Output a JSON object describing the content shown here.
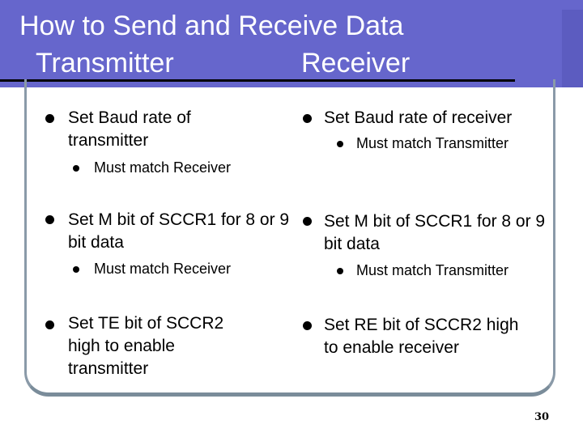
{
  "title": {
    "line1": "How to Send and Receive Data",
    "left_heading": "Transmitter",
    "right_heading": "Receiver"
  },
  "left": {
    "item1": "Set Baud rate of transmitter",
    "item1_sub": "Must match Receiver",
    "item2": "Set M bit of SCCR1 for 8 or 9 bit data",
    "item2_sub": "Must match Receiver",
    "item3": "Set TE bit of SCCR2 high to enable transmitter"
  },
  "right": {
    "item1": "Set Baud rate of receiver",
    "item1_sub": "Must match Transmitter",
    "item2": "Set M bit of SCCR1 for 8 or 9 bit data",
    "item2_sub": "Must match Transmitter",
    "item3": "Set RE bit of SCCR2 high to enable receiver"
  },
  "page_number": "30",
  "colors": {
    "title_bg": "#6666cc",
    "title_text": "#ffffff",
    "frame": "#8a9aa8"
  }
}
